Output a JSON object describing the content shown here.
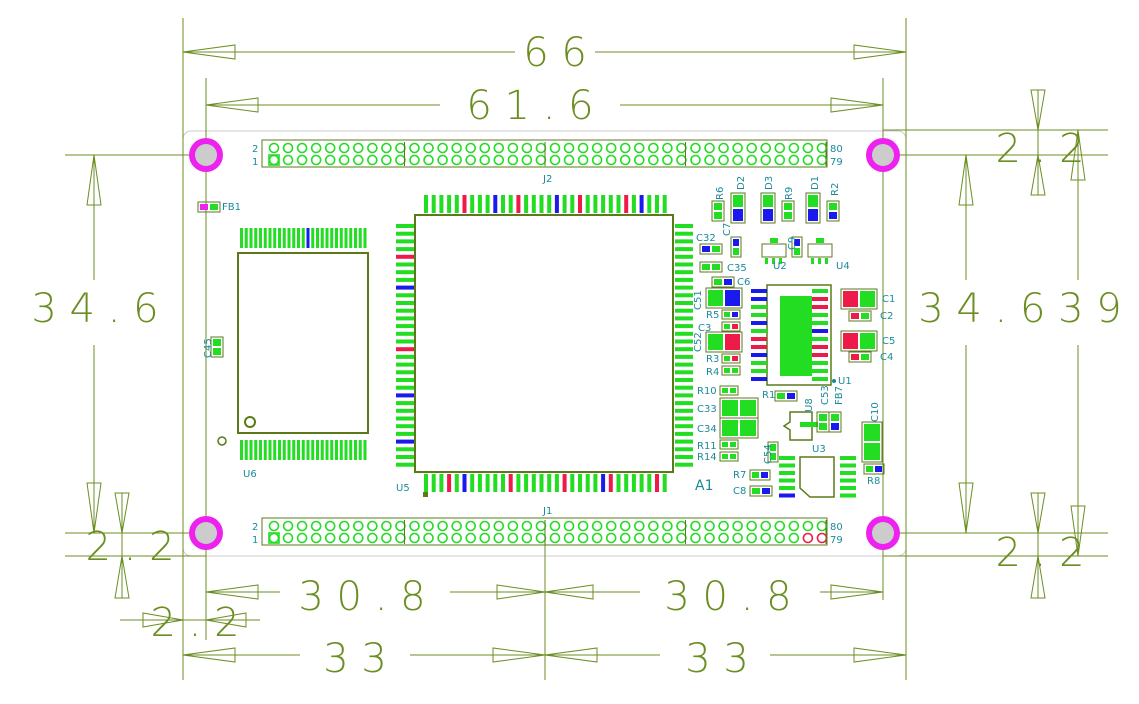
{
  "colors": {
    "dimension": "#6b8e23",
    "outline": "#5a7a1a",
    "pad_green": "#22dd22",
    "pad_blue": "#1a1aee",
    "pad_red": "#ee1a4a",
    "mount_hole": "#ee22ee",
    "silk_text": "#1a8a9a",
    "board_edge": "#cccccc"
  },
  "dimensions": {
    "width_outer": "6 6",
    "width_inner": "6 1 . 6",
    "height_left": "3 4 . 6",
    "height_right": "3 4 . 6 3 9",
    "top_right_margin": "2 . 2",
    "bottom_right_margin": "2 . 2",
    "bottom_left_margin": "2 . 2",
    "lower_left_small": "2 . 2",
    "half_left_inner": "3 0 . 8",
    "half_right_inner": "3 0 . 8",
    "half_left_outer": "3 3",
    "half_right_outer": "3 3"
  },
  "headers": {
    "top": {
      "ref": "J2",
      "pin_a_even": "2",
      "pin_a_odd": "1",
      "pin_b_even": "80",
      "pin_b_odd": "79"
    },
    "bottom": {
      "ref": "J1",
      "pin_a_even": "2",
      "pin_a_odd": "1",
      "pin_b_even": "80",
      "pin_b_odd": "79"
    }
  },
  "components": {
    "FB1": "FB1",
    "C45": "C45",
    "U6": "U6",
    "U5": "U5",
    "A1": "A1",
    "R6": "R6",
    "D2": "D2",
    "D3": "D3",
    "R9": "R9",
    "D1": "D1",
    "R2": "R2",
    "C7": "C7",
    "C9": "C9",
    "C32": "C32",
    "C35": "C35",
    "U2": "U2",
    "U4": "U4",
    "C6": "C6",
    "C51": "C51",
    "R5": "R5",
    "C3": "C3",
    "C52": "C52",
    "R3": "R3",
    "R4": "R4",
    "C1": "C1",
    "C2": "C2",
    "C5": "C5",
    "C4": "C4",
    "U1": "U1",
    "R10": "R10",
    "C33": "C33",
    "C34": "C34",
    "R11": "R11",
    "R14": "R14",
    "R1": "R1",
    "U8": "U8",
    "C53": "C53",
    "FB7": "FB7",
    "C10": "C10",
    "C54": "C54",
    "U3": "U3",
    "R7": "R7",
    "C8": "C8",
    "R8": "R8"
  }
}
